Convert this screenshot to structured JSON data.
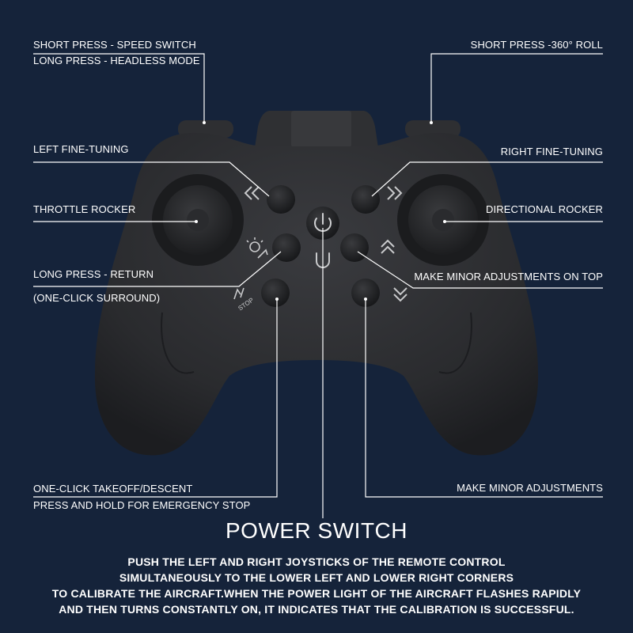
{
  "labels": {
    "short_press_speed": "SHORT PRESS - SPEED SWITCH",
    "long_press_headless": "LONG PRESS - HEADLESS MODE",
    "short_press_roll": "SHORT PRESS -360° ROLL",
    "left_fine_tuning": "LEFT FINE-TUNING",
    "right_fine_tuning": "RIGHT FINE-TUNING",
    "throttle_rocker": "THROTTLE ROCKER",
    "directional_rocker": "DIRECTIONAL ROCKER",
    "long_press_return": "LONG PRESS - RETURN",
    "one_click_surround": "(ONE-CLICK SURROUND)",
    "minor_adjust_top": "MAKE MINOR ADJUSTMENTS ON TOP",
    "takeoff_descent": "ONE-CLICK TAKEOFF/DESCENT",
    "emergency_stop": "PRESS AND HOLD FOR EMERGENCY STOP",
    "minor_adjust": "MAKE MINOR ADJUSTMENTS"
  },
  "controller": {
    "stop_glyph": "STOP"
  },
  "title": "POWER SWITCH",
  "description": [
    "PUSH THE LEFT AND RIGHT JOYSTICKS OF THE REMOTE CONTROL",
    "SIMULTANEOUSLY TO THE LOWER LEFT AND LOWER RIGHT CORNERS",
    "TO CALIBRATE THE AIRCRAFT.WHEN THE POWER LIGHT OF THE AIRCRAFT FLASHES RAPIDLY",
    "AND THEN TURNS CONSTANTLY ON, IT INDICATES THAT THE CALIBRATION IS SUCCESSFUL."
  ],
  "colors": {
    "background": "#15233a",
    "controller_body": "#2c2d30",
    "button": "#1f2022",
    "line": "#ffffff"
  }
}
